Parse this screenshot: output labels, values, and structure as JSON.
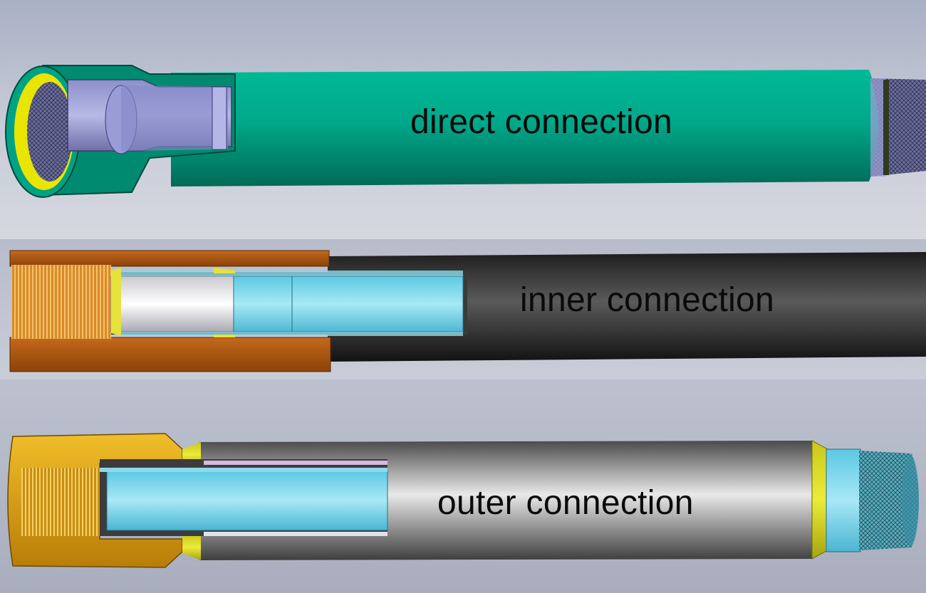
{
  "labels": {
    "direct": "direct connection",
    "inner": "inner connection",
    "outer": "outer connection"
  },
  "colors": {
    "background": "#c4c9d6",
    "direct_body": "#00a98a",
    "inner_body": "#2f2f2f",
    "inner_coupling": "#b35a12",
    "outer_body": "#a8a8a8",
    "outer_coupling": "#e2a91b",
    "liner": "#7fd6ea",
    "collar_yellow": "#e6e21c"
  }
}
